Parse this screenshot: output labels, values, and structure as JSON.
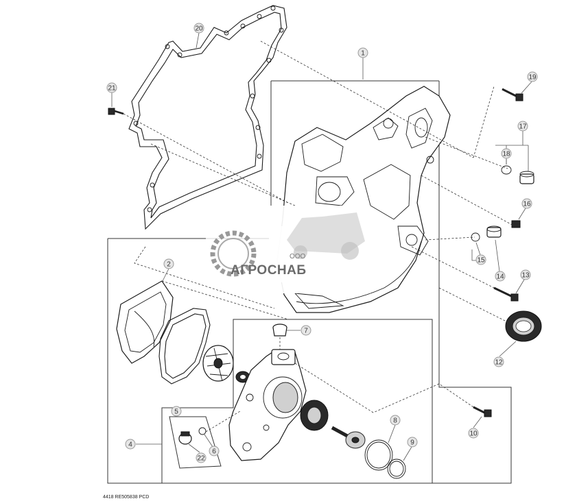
{
  "footer": {
    "code": "4418  RE505838  PCD"
  },
  "watermark": {
    "small": "ООО",
    "name": "АГРОСНАБ"
  },
  "callouts": [
    {
      "id": "c1",
      "label": "1"
    },
    {
      "id": "c2",
      "label": "2"
    },
    {
      "id": "c4",
      "label": "4"
    },
    {
      "id": "c5",
      "label": "5"
    },
    {
      "id": "c6",
      "label": "6"
    },
    {
      "id": "c7",
      "label": "7"
    },
    {
      "id": "c8",
      "label": "8"
    },
    {
      "id": "c9",
      "label": "9"
    },
    {
      "id": "c10",
      "label": "10"
    },
    {
      "id": "c12",
      "label": "12"
    },
    {
      "id": "c13",
      "label": "13"
    },
    {
      "id": "c14",
      "label": "14"
    },
    {
      "id": "c15",
      "label": "15"
    },
    {
      "id": "c16",
      "label": "16"
    },
    {
      "id": "c17",
      "label": "17"
    },
    {
      "id": "c18",
      "label": "18"
    },
    {
      "id": "c19",
      "label": "19"
    },
    {
      "id": "c20",
      "label": "20"
    },
    {
      "id": "c21",
      "label": "21"
    },
    {
      "id": "c22",
      "label": "22"
    }
  ]
}
